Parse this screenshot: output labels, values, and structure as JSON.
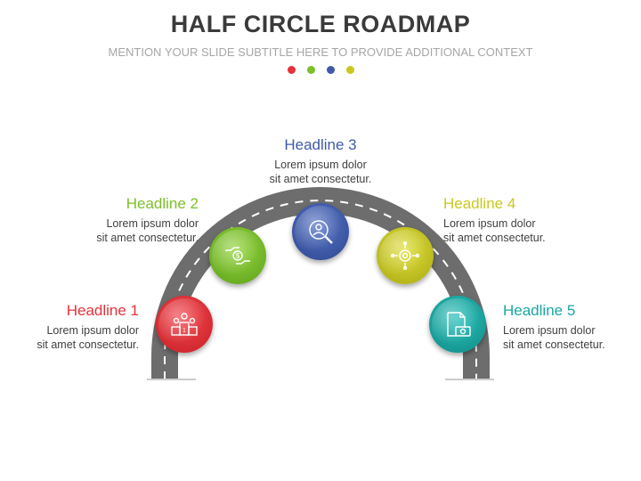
{
  "title": "HALF CIRCLE ROADMAP",
  "subtitle": "MENTION YOUR SLIDE SUBTITLE HERE TO PROVIDE ADDITIONAL CONTEXT",
  "colors": {
    "red": "#e8313a",
    "green": "#7cbf2a",
    "blue": "#3f5aa8",
    "yellow": "#c8c81e",
    "teal": "#19a8a3",
    "road": "#6d6d6d"
  },
  "steps": [
    {
      "headline": "Headline 1",
      "line1": "Lorem ipsum dolor",
      "line2": "sit amet consectetur.",
      "icon": "podium-icon"
    },
    {
      "headline": "Headline 2",
      "line1": "Lorem ipsum dolor",
      "line2": "sit amet consectetur.",
      "icon": "money-hand-icon"
    },
    {
      "headline": "Headline 3",
      "line1": "Lorem ipsum dolor",
      "line2": "sit amet consectetur.",
      "icon": "search-person-icon"
    },
    {
      "headline": "Headline 4",
      "line1": "Lorem ipsum dolor",
      "line2": "sit amet consectetur.",
      "icon": "gear-network-icon"
    },
    {
      "headline": "Headline 5",
      "line1": "Lorem ipsum dolor",
      "line2": "sit amet consectetur.",
      "icon": "document-money-icon"
    }
  ]
}
